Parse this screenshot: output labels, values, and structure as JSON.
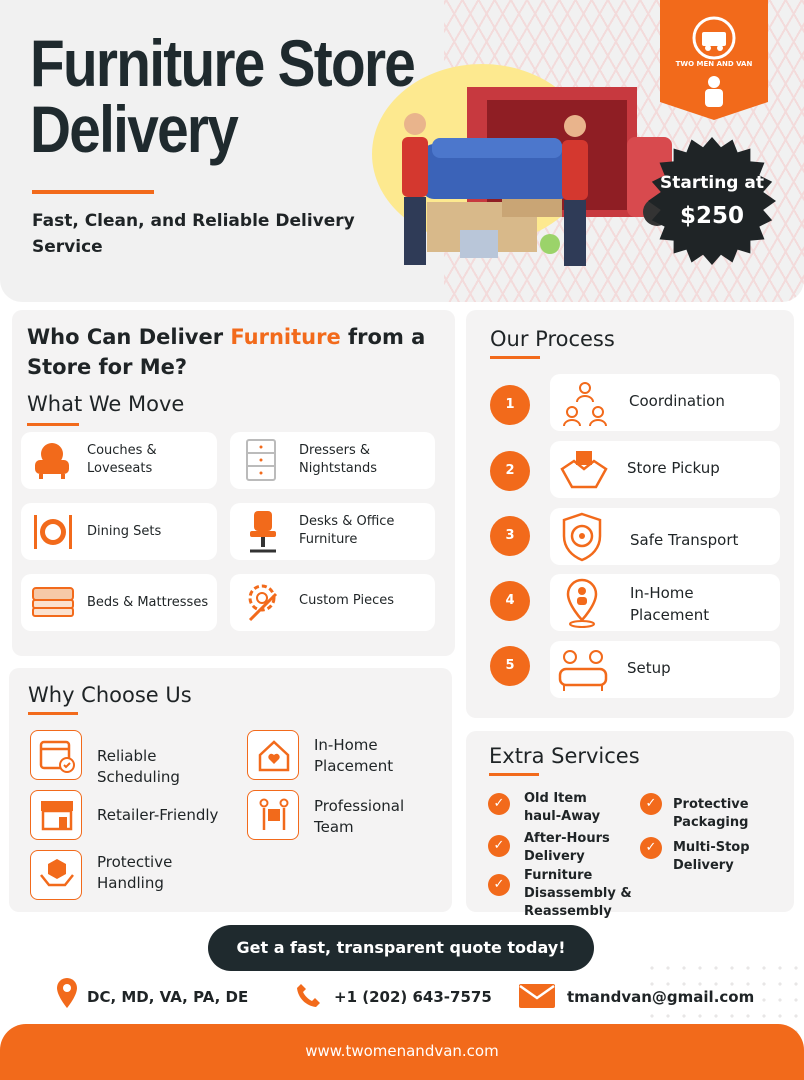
{
  "hero": {
    "title_line1": "Furniture Store",
    "title_line2": "Delivery",
    "subtitle": "Fast, Clean, and Reliable Delivery Service",
    "logo_text": "TWO MEN AND VAN",
    "badge_line1": "Starting at",
    "badge_line2": "$250"
  },
  "who": {
    "heading_pre": "Who Can Deliver ",
    "heading_highlight": "Furniture",
    "heading_post": " from a Store for Me?",
    "what_we_move": "What We Move",
    "items": [
      {
        "label": "Couches & Loveseats",
        "icon": "couch-icon"
      },
      {
        "label": "Dressers & Nightstands",
        "icon": "dresser-icon"
      },
      {
        "label": "Dining Sets",
        "icon": "dining-icon"
      },
      {
        "label": "Desks & Office Furniture",
        "icon": "office-chair-icon"
      },
      {
        "label": "Beds & Mattresses",
        "icon": "mattress-icon"
      },
      {
        "label": "Custom Pieces",
        "icon": "custom-gear-icon"
      }
    ]
  },
  "process": {
    "heading": "Our Process",
    "steps": [
      {
        "num": "1",
        "label": "Coordination",
        "icon": "team-icon"
      },
      {
        "num": "2",
        "label": "Store Pickup",
        "icon": "handshake-icon"
      },
      {
        "num": "3",
        "label": "Safe Transport",
        "icon": "steering-wheel-icon"
      },
      {
        "num": "4",
        "label": "In-Home Placement",
        "icon": "location-person-icon"
      },
      {
        "num": "5",
        "label": "Setup",
        "icon": "sofa-people-icon"
      }
    ]
  },
  "why": {
    "heading": "Why Choose Us",
    "items": [
      {
        "label": "Reliable Scheduling",
        "icon": "calendar-check-icon"
      },
      {
        "label": "In-Home Placement",
        "icon": "house-heart-icon"
      },
      {
        "label": "Retailer-Friendly",
        "icon": "storefront-icon"
      },
      {
        "label": "Professional Team",
        "icon": "movers-icon"
      },
      {
        "label": "Protective Handling",
        "icon": "hands-box-icon"
      }
    ]
  },
  "extra": {
    "heading": "Extra Services",
    "items": [
      "Old Item haul-Away",
      "Protective Packaging",
      "After-Hours Delivery",
      "Multi-Stop Delivery",
      "Furniture Disassembly & Reassembly"
    ]
  },
  "cta": "Get a fast, transparent quote today!",
  "contact": {
    "area": "DC, MD, VA, PA, DE",
    "phone": "+1 (202) 643-7575",
    "email": "tmandvan@gmail.com"
  },
  "footer_url": "www.twomenandvan.com",
  "colors": {
    "accent": "#f26a1b",
    "dark": "#1f2a2e",
    "panel": "#f4f3f3"
  }
}
